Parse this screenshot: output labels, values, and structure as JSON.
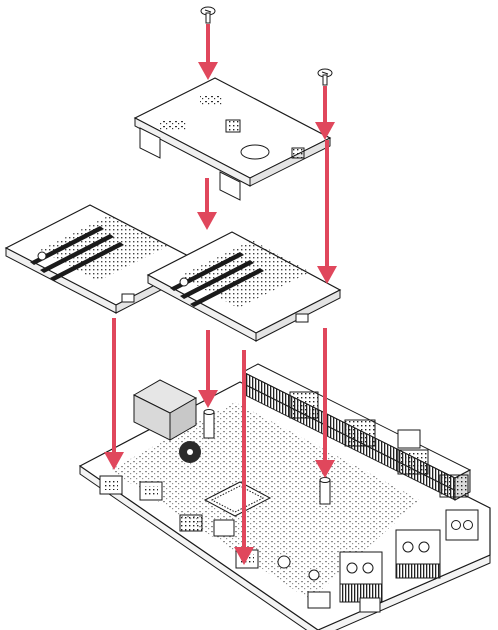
{
  "colors": {
    "arrow": "#e0475c",
    "outline": "#1a1a1a",
    "background": "#ffffff",
    "jack": "#d9d9d9",
    "chip": "#2a2a2a"
  },
  "parts": {
    "screws": [
      "screw",
      "screw"
    ],
    "standoffs": [
      "standoff",
      "standoff"
    ],
    "top_module": "small-module-board",
    "middle_modules": [
      "io-board-left",
      "io-board-right"
    ],
    "base_board": "main-carrier-board"
  },
  "arrow_count": 7
}
